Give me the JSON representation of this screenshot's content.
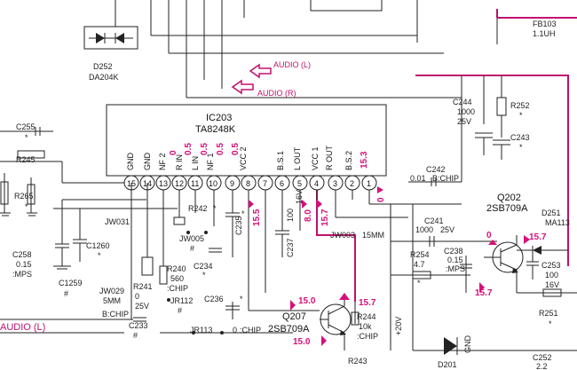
{
  "ic": {
    "ref": "IC203",
    "part": "TA8248K",
    "pin_functions": [
      "GND",
      "GND",
      "NF 2",
      "R IN",
      "L IN",
      "NF 1",
      "VCC 2",
      "",
      "B.S.1",
      "L OUT",
      "",
      "R OUT",
      "B.S.2"
    ],
    "pins": [
      "15",
      "14",
      "13",
      "12",
      "11",
      "10",
      "9",
      "8",
      "7",
      "6",
      "5",
      "4",
      "3",
      "2",
      "1"
    ],
    "pin_voltages": [
      "0.5",
      "0.5",
      "0.5",
      "0.5",
      "15.3",
      "0",
      "15.5",
      "8.0",
      "15.7"
    ]
  },
  "signals": {
    "audio_l": "AUDIO (L)",
    "audio_r": "AUDIO (R)",
    "audio_l_left": "AUDIO (L)"
  },
  "parts": {
    "d252": [
      "D252",
      "DA204K"
    ],
    "fb103": [
      "FB103",
      "1.1UH"
    ],
    "c255": "C255",
    "c255_val": "*",
    "r245": "R245",
    "r265": [
      "R265",
      "*"
    ],
    "c258": [
      "C258",
      "0.15",
      ":MPS"
    ],
    "c1260": [
      "C1260",
      "*"
    ],
    "c1259": [
      "C1259",
      "#"
    ],
    "jw031": "JW031",
    "r242": [
      "R242",
      "*"
    ],
    "jw005": [
      "JW005",
      "#"
    ],
    "c235": [
      "C235",
      "*"
    ],
    "c234": [
      "C234",
      "*"
    ],
    "r240": [
      "R240",
      "560",
      ":CHIP"
    ],
    "r241": [
      "R241",
      "0",
      "25V"
    ],
    "jw029": [
      "JW029",
      "5MM"
    ],
    "jr112": [
      "JR112",
      "#"
    ],
    "b_chip": "B:CHIP",
    "c233": [
      "C233",
      "#"
    ],
    "c236": [
      "C236",
      "*"
    ],
    "jr113": [
      "JR113",
      "0",
      ":CHIP"
    ],
    "c237": [
      "C237",
      "100",
      "16V"
    ],
    "c244": [
      "C244",
      "1000",
      "25V"
    ],
    "r252": [
      "R252",
      "*"
    ],
    "c243": [
      "C243",
      "*"
    ],
    "c242": [
      "C242",
      "0.01",
      "B:CHIP"
    ],
    "c241": [
      "C241",
      "1000",
      "25V"
    ],
    "jw003": [
      "JW003",
      "15MM"
    ],
    "r254": [
      "R254",
      "4.7",
      "*"
    ],
    "c238": [
      "C238",
      "0.15",
      ":MPS"
    ],
    "q202": [
      "Q202",
      "2SB709A"
    ],
    "d251": [
      "D251",
      "MA113"
    ],
    "c253": [
      "C253",
      "100",
      "16V"
    ],
    "r251": [
      "R251",
      "*"
    ],
    "q207": [
      "Q207",
      "2SB709A"
    ],
    "r244": [
      "R244",
      "10k",
      ":CHIP"
    ],
    "plus20v": "+20V",
    "gnd": "GND",
    "d201": "D201",
    "r243": "R243",
    "c252": [
      "C252",
      "2.2"
    ]
  },
  "voltages": {
    "q207_b": "15.0",
    "q207_e": "15.0",
    "q207_c": "15.7",
    "q202_b": "0",
    "q202_e": "15.7",
    "q202_c": "15.7",
    "pin5": "8.0",
    "pin4": "15.7",
    "pin1": "0",
    "pin8": "15.5"
  }
}
